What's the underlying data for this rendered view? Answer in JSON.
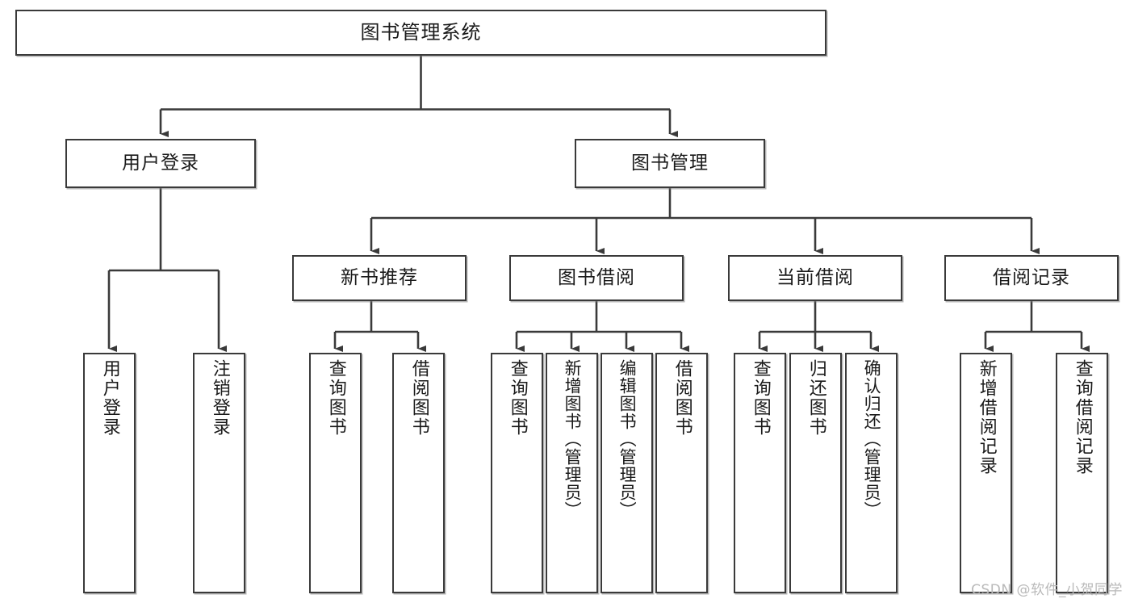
{
  "diagram": {
    "title": "图书管理系统",
    "type": "tree",
    "orientation": "top-down",
    "colors": {
      "box_border": "#3a3a3a",
      "box_fill": "#ffffff",
      "edge": "#3a3a3a",
      "background": "#ffffff",
      "watermark": "#b9b9b9"
    },
    "root": {
      "label": "图书管理系统"
    },
    "level2": [
      {
        "label": "用户登录"
      },
      {
        "label": "图书管理"
      }
    ],
    "level3": [
      {
        "label": "新书推荐"
      },
      {
        "label": "图书借阅"
      },
      {
        "label": "当前借阅"
      },
      {
        "label": "借阅记录"
      }
    ],
    "leaves": {
      "user_login": [
        {
          "label": "用户登录"
        },
        {
          "label": "注销登录"
        }
      ],
      "new_book_recommend": [
        {
          "label": "查询图书"
        },
        {
          "label": "借阅图书"
        }
      ],
      "book_borrow": [
        {
          "label": "查询图书"
        },
        {
          "label": "新增图书（管理员）"
        },
        {
          "label": "编辑图书（管理员）"
        },
        {
          "label": "借阅图书"
        }
      ],
      "current_borrow": [
        {
          "label": "查询图书"
        },
        {
          "label": "归还图书"
        },
        {
          "label": "确认归还（管理员）"
        }
      ],
      "borrow_record": [
        {
          "label": "新增借阅记录"
        },
        {
          "label": "查询借阅记录"
        }
      ]
    },
    "watermark": "CSDN @软件_小贺同学"
  }
}
